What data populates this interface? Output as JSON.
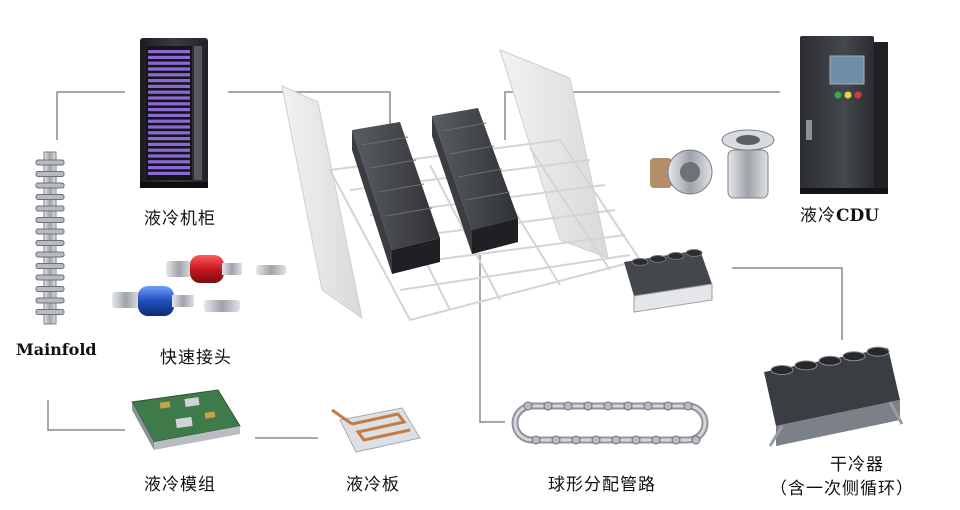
{
  "labels": {
    "rack": "液冷机柜",
    "manifold": "Mainfold",
    "quick_connector": "快速接头",
    "module": "液冷模组",
    "cold_plate": "液冷板",
    "cdu_prefix": "液冷",
    "cdu_suffix": "CDU",
    "piping": "球形分配管路",
    "dry_cooler_line1": "干冷器",
    "dry_cooler_line2": "（含一次侧循环）"
  },
  "colors": {
    "line": "#8a8a8a",
    "rack_body": "#2a2a2e",
    "server_blade": "#8c6ad6",
    "coupling_red": "#d8232a",
    "coupling_blue": "#2456c8",
    "board_green": "#3f7a4a",
    "copper": "#c57a44",
    "cdu_body": "#3a3c40",
    "steel": "#b8bcc2"
  }
}
